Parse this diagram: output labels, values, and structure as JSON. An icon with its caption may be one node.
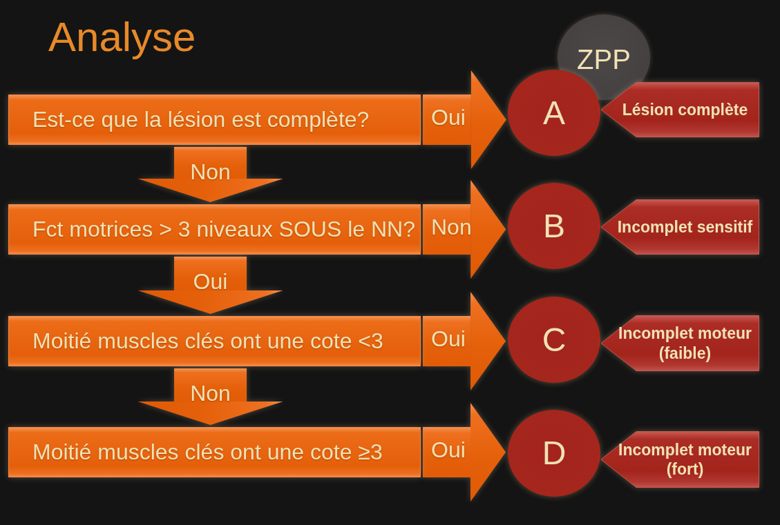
{
  "diagram": {
    "title": "Analyse",
    "nodes": [
      {
        "text": [
          "Est-ce que la lésion est complète?"
        ]
      },
      {
        "text": [
          "Fct motrices > 3 niveaux SOUS le NN?"
        ]
      },
      {
        "text": [
          "Moitié muscles clés ont une cote <3"
        ]
      },
      {
        "text": [
          "Moitié muscles clés ont une cote ≥3"
        ]
      },
      {
        "text": [
          "ZPP"
        ]
      },
      {
        "text": [
          "A"
        ]
      },
      {
        "text": [
          "Lésion complète"
        ]
      },
      {
        "text": [
          "B"
        ]
      },
      {
        "text": [
          "Incomplet sensitif"
        ]
      },
      {
        "text": [
          "C"
        ]
      },
      {
        "text": [
          "Incomplet moteur (faible)"
        ]
      },
      {
        "text": [
          "D"
        ]
      },
      {
        "text": [
          "Incomplet moteur (fort)"
        ]
      }
    ],
    "edges": [
      {
        "from": 0,
        "to": 5,
        "arrow": "to",
        "label": "Oui"
      },
      {
        "from": 0,
        "to": 1,
        "arrow": "to",
        "label": "Non"
      },
      {
        "from": 1,
        "to": 7,
        "arrow": "to",
        "label": "Non"
      },
      {
        "from": 1,
        "to": 2,
        "arrow": "to",
        "label": "Oui"
      },
      {
        "from": 2,
        "to": 9,
        "arrow": "to",
        "label": "Oui"
      },
      {
        "from": 2,
        "to": 3,
        "arrow": "to",
        "label": "Non"
      },
      {
        "from": 3,
        "to": 11,
        "arrow": "to",
        "label": "Oui"
      }
    ]
  }
}
